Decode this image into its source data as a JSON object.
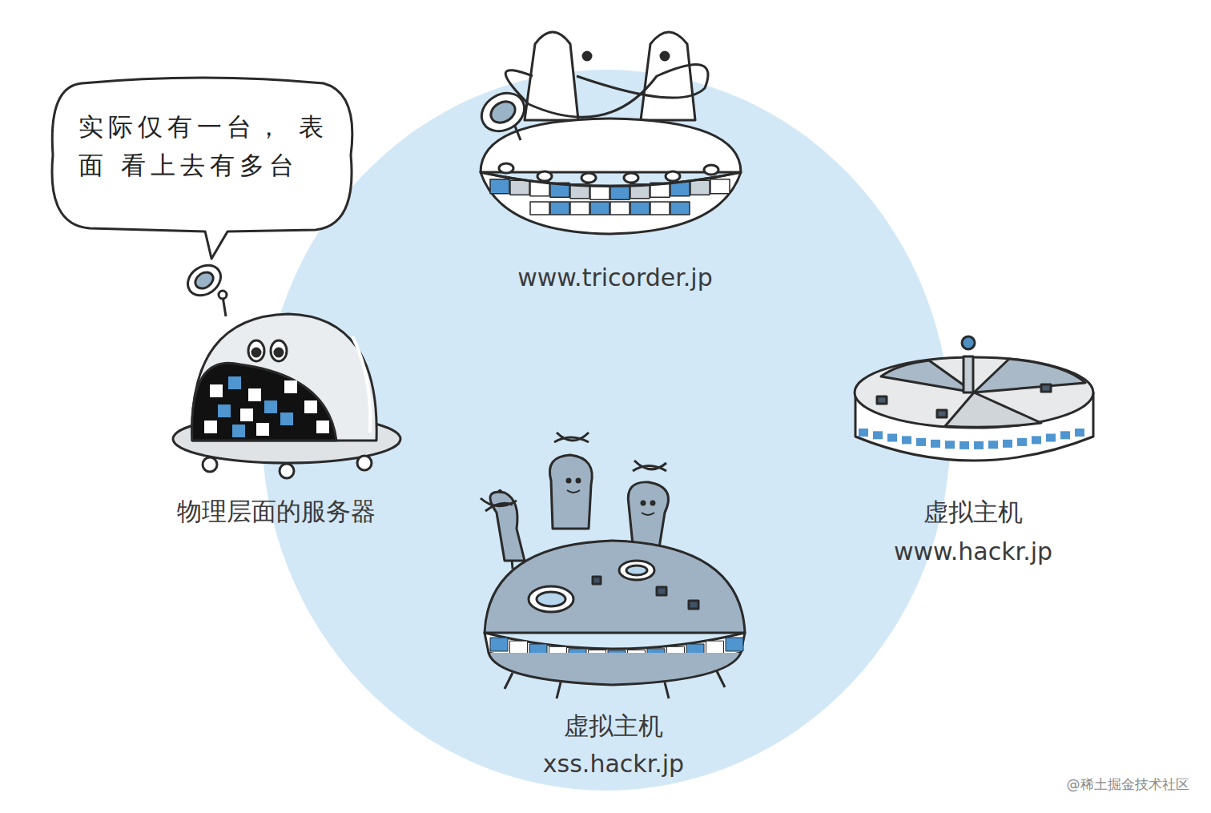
{
  "diagram": {
    "nodes": [
      {
        "text": [
          "实际仅有一台， 表面 看上去有多台"
        ]
      }
    ],
    "labels": [
      "www.tricorder.jp",
      "物理层面的服务器",
      "虚拟主机",
      "www.hackr.jp",
      "虚拟主机",
      "xss.hackr.jp",
      "@稀土掘金技术社区"
    ]
  }
}
